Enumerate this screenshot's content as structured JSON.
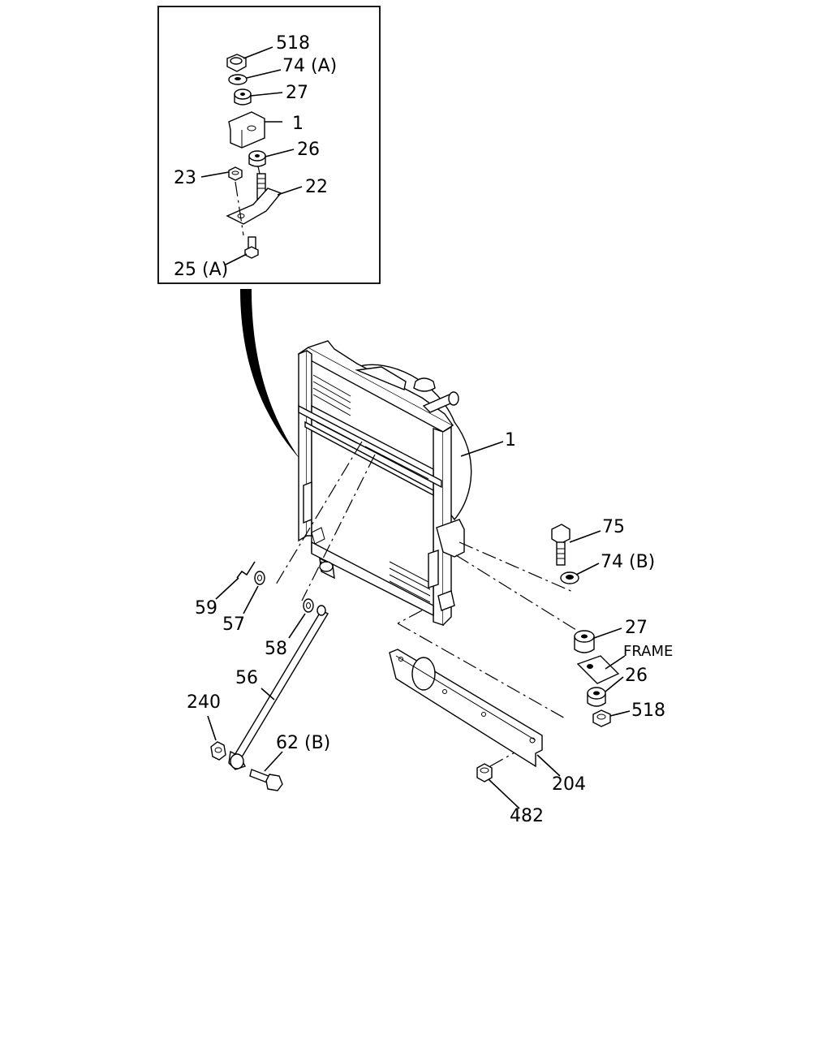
{
  "callouts": {
    "inset_518": "518",
    "inset_74a": "74 (A)",
    "inset_27": "27",
    "inset_1": "1",
    "inset_26": "26",
    "inset_23": "23",
    "inset_22": "22",
    "inset_25a": "25 (A)",
    "radiator_1": "1",
    "bolt_75": "75",
    "washer_74b": "74 (B)",
    "label_59": "59",
    "label_57": "57",
    "label_58": "58",
    "label_56": "56",
    "label_240": "240",
    "label_62b": "62 (B)",
    "label_27": "27",
    "frame": "FRAME",
    "label_26": "26",
    "label_518": "518",
    "label_204": "204",
    "label_482": "482"
  },
  "colors": {
    "ink": "#000000",
    "paper": "#ffffff"
  }
}
